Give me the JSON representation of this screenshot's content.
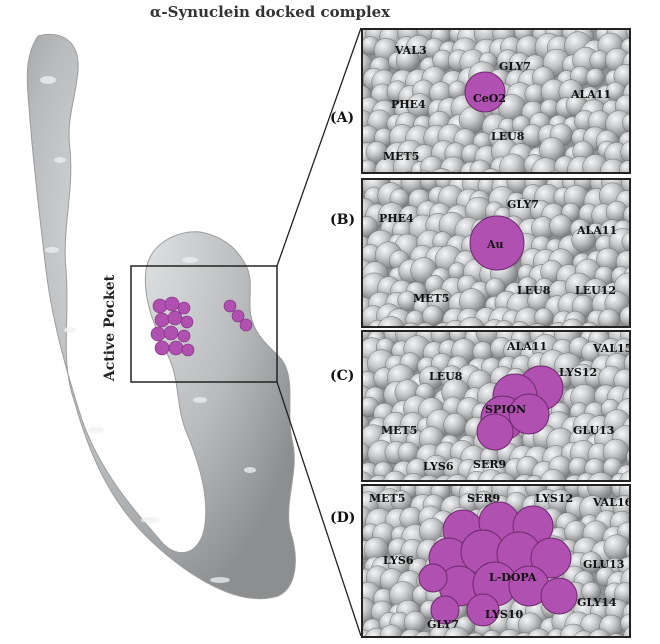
{
  "title": "α-Synuclein docked complex",
  "pocket_label": "Active Pocket",
  "colors": {
    "protein": "#bfc1c3",
    "ligand": "#b050b0",
    "atom": "#c9cbcd",
    "atom_dark": "#7f8183"
  },
  "panels": [
    {
      "id": "A",
      "label": "(A)",
      "ligand": "CeO2",
      "residues": [
        "VAL3",
        "GLY7",
        "PHE4",
        "ALA11",
        "LEU8",
        "MET5"
      ]
    },
    {
      "id": "B",
      "label": "(B)",
      "ligand": "Au",
      "residues": [
        "GLY7",
        "PHE4",
        "ALA11",
        "MET5",
        "LEU8",
        "LEU12"
      ]
    },
    {
      "id": "C",
      "label": "(C)",
      "ligand": "SPION",
      "residues": [
        "ALA11",
        "VAL15",
        "LEU8",
        "LYS12",
        "MET5",
        "GLU13",
        "LYS6",
        "SER9"
      ]
    },
    {
      "id": "D",
      "label": "(D)",
      "ligand": "L-DOPA",
      "residues": [
        "MET5",
        "SER9",
        "LYS12",
        "VAL16",
        "LYS6",
        "GLU13",
        "GLY14",
        "LYS10",
        "GLY7"
      ]
    }
  ]
}
